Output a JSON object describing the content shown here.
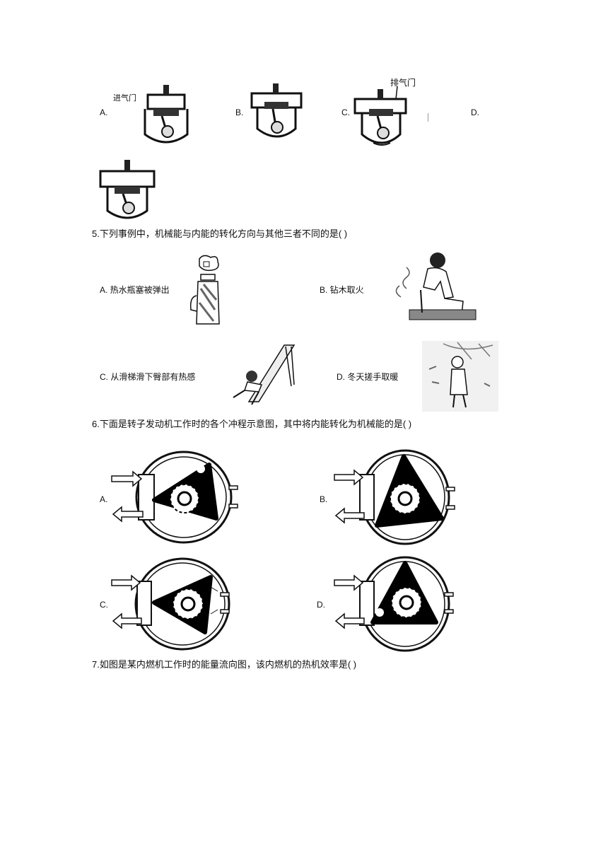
{
  "q4": {
    "options": [
      {
        "letter": "A.",
        "tag": "进气门"
      },
      {
        "letter": "B."
      },
      {
        "letter": "C.",
        "tag": "排气门"
      },
      {
        "letter": "D."
      }
    ]
  },
  "q5": {
    "stem": "5.下列事例中，机械能与内能的转化方向与其他三者不同的是(    )",
    "options": [
      {
        "label": "A. 热水瓶塞被弹出"
      },
      {
        "label": "B. 钻木取火"
      },
      {
        "label": "C. 从滑梯滑下臀部有热感"
      },
      {
        "label": "D. 冬天搓手取暖"
      }
    ]
  },
  "q6": {
    "stem": "6.下面是转子发动机工作时的各个冲程示意图，其中将内能转化为机械能的是(      )",
    "options": [
      {
        "letter": "A."
      },
      {
        "letter": "B."
      },
      {
        "letter": "C."
      },
      {
        "letter": "D."
      }
    ]
  },
  "q7": {
    "stem": "7.如图是某内燃机工作时的能量流向图，该内燃机的热机效率是(    )"
  }
}
